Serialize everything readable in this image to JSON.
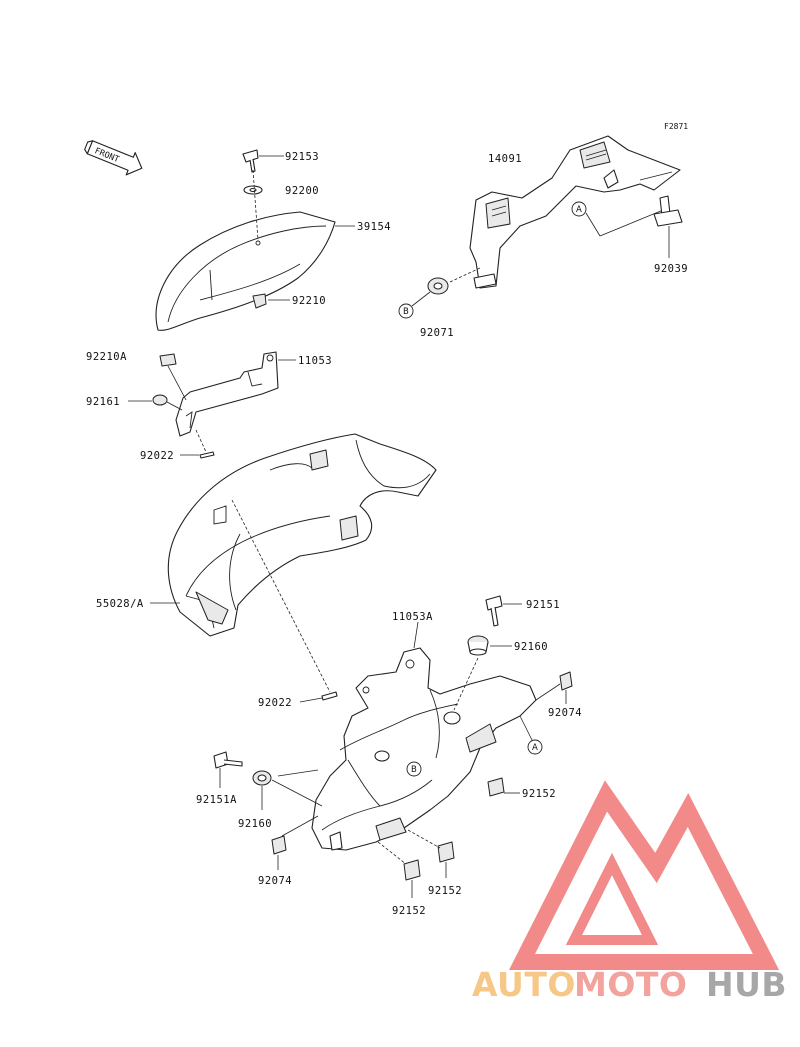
{
  "diagram": {
    "figure_code": "F2871",
    "front_arrow": "FRONT",
    "labels": {
      "p92153": "92153",
      "p92200": "92200",
      "p39154": "39154",
      "p92210": "92210",
      "p11053": "11053",
      "p92210A": "92210A",
      "p92161": "92161",
      "p92022a": "92022",
      "p55028A": "55028/A",
      "p14091": "14091",
      "p92039": "92039",
      "p92071": "92071",
      "p11053A": "11053A",
      "p92151": "92151",
      "p92160a": "92160",
      "p92074a": "92074",
      "p92022b": "92022",
      "p92152a": "92152",
      "p92151A": "92151A",
      "p92160b": "92160",
      "p92074b": "92074",
      "p92152b": "92152",
      "p92152c": "92152"
    },
    "callouts": {
      "a1": "A",
      "b1": "B",
      "a2": "A",
      "b2": "B"
    }
  },
  "watermark": {
    "brand_part1": "AUTO",
    "brand_part2": "MOTO",
    "brand_part3": "HUB",
    "colors": {
      "auto": "#f6c27a",
      "moto": "#f29a94",
      "hub": "#9e9e9e",
      "logo": "#f27e7e"
    }
  }
}
